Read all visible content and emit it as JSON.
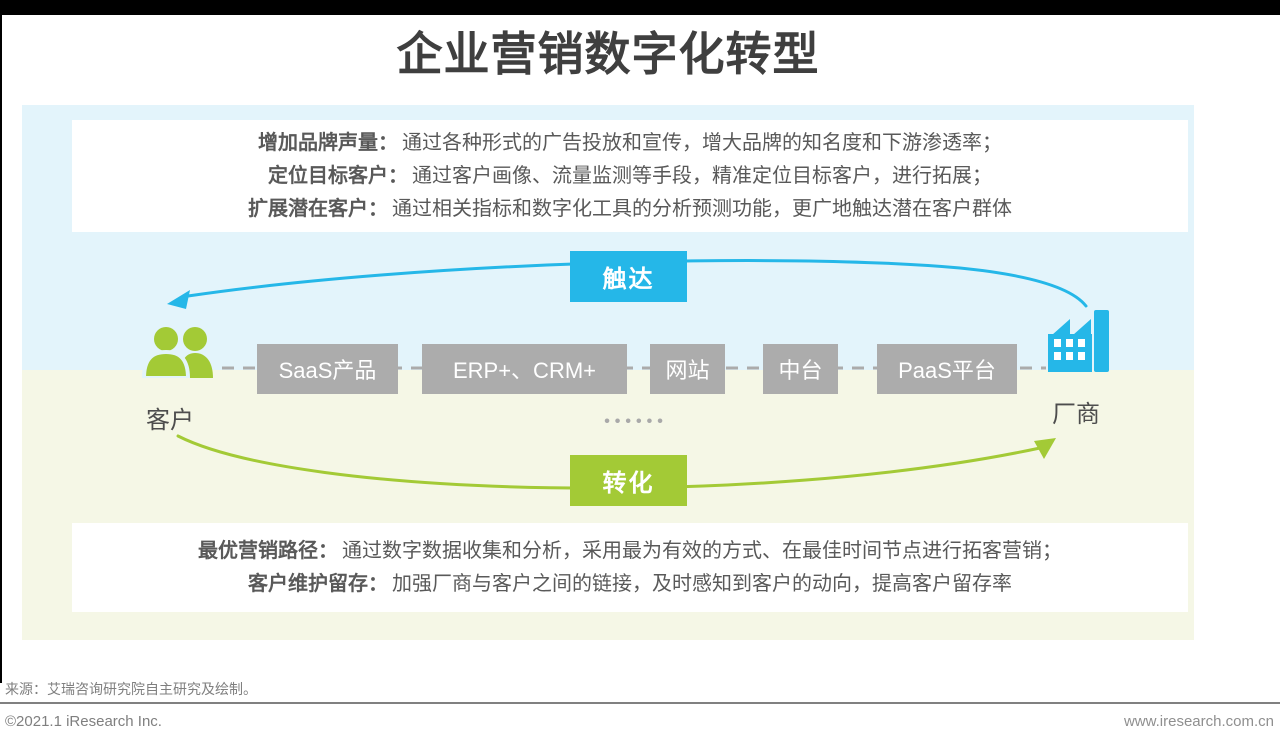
{
  "title": "企业营销数字化转型",
  "top_panel": {
    "points": [
      {
        "label": "增加品牌声量：",
        "text": "通过各种形式的广告投放和宣传，增大品牌的知名度和下游渗透率；"
      },
      {
        "label": "定位目标客户：",
        "text": "通过客户画像、流量监测等手段，精准定位目标客户，进行拓展；"
      },
      {
        "label": "扩展潜在客户：",
        "text": "通过相关指标和数字化工具的分析预测功能，更广地触达潜在客户群体"
      }
    ]
  },
  "flow": {
    "reach_label": "触达",
    "convert_label": "转化",
    "left_node": "客户",
    "right_node": "厂商",
    "middle_boxes": [
      "SaaS产品",
      "ERP+、CRM+",
      "网站",
      "中台",
      "PaaS平台"
    ],
    "ellipsis": "••••••"
  },
  "bottom_panel": {
    "points": [
      {
        "label": "最优营销路径：",
        "text": "通过数字数据收集和分析，采用最为有效的方式、在最佳时间节点进行拓客营销；"
      },
      {
        "label": "客户维护留存：",
        "text": "加强厂商与客户之间的链接，及时感知到客户的动向，提高客户留存率"
      }
    ]
  },
  "footer": {
    "source": "来源：艾瑞咨询研究院自主研究及绘制。",
    "copyright": "©2021.1 iResearch Inc.",
    "website": "www.iresearch.com.cn"
  },
  "colors": {
    "accent_blue": "#25B7E8",
    "accent_green": "#A3CA36",
    "panel_blue": "#E3F4FB",
    "panel_green": "#F5F7E6",
    "box_gray": "#ACACAC",
    "text_dark": "#595959"
  }
}
